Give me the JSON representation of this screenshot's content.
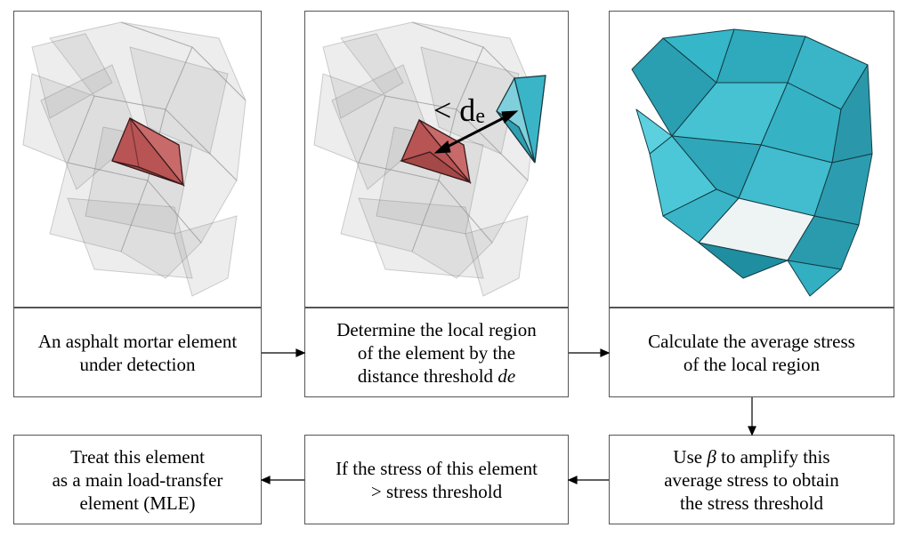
{
  "steps": {
    "s1": {
      "line1": "An asphalt mortar element",
      "line2": "under detection"
    },
    "s2": {
      "line1": "Determine the local region",
      "line2": "of the element by the",
      "line3": "distance threshold ",
      "symbol": "de"
    },
    "s3": {
      "line1": "Calculate the average stress",
      "line2": "of the local region"
    },
    "s4": {
      "line1_pre": "Use ",
      "symbol": "β",
      "line1_post": " to amplify this",
      "line2": "average stress to obtain",
      "line3": "the stress threshold"
    },
    "s5": {
      "line1": "If the stress of this element",
      "line2": "> stress threshold"
    },
    "s6": {
      "line1": "Treat this element",
      "line2": "as a main load-transfer",
      "line3": "element (MLE)"
    }
  },
  "annotation": {
    "label": "< d",
    "subscript": "e"
  },
  "colors": {
    "element_red": "#b85454",
    "element_teal": "#3ab5c8",
    "mesh_gray": "#9a9a9a",
    "border": "#555555"
  }
}
